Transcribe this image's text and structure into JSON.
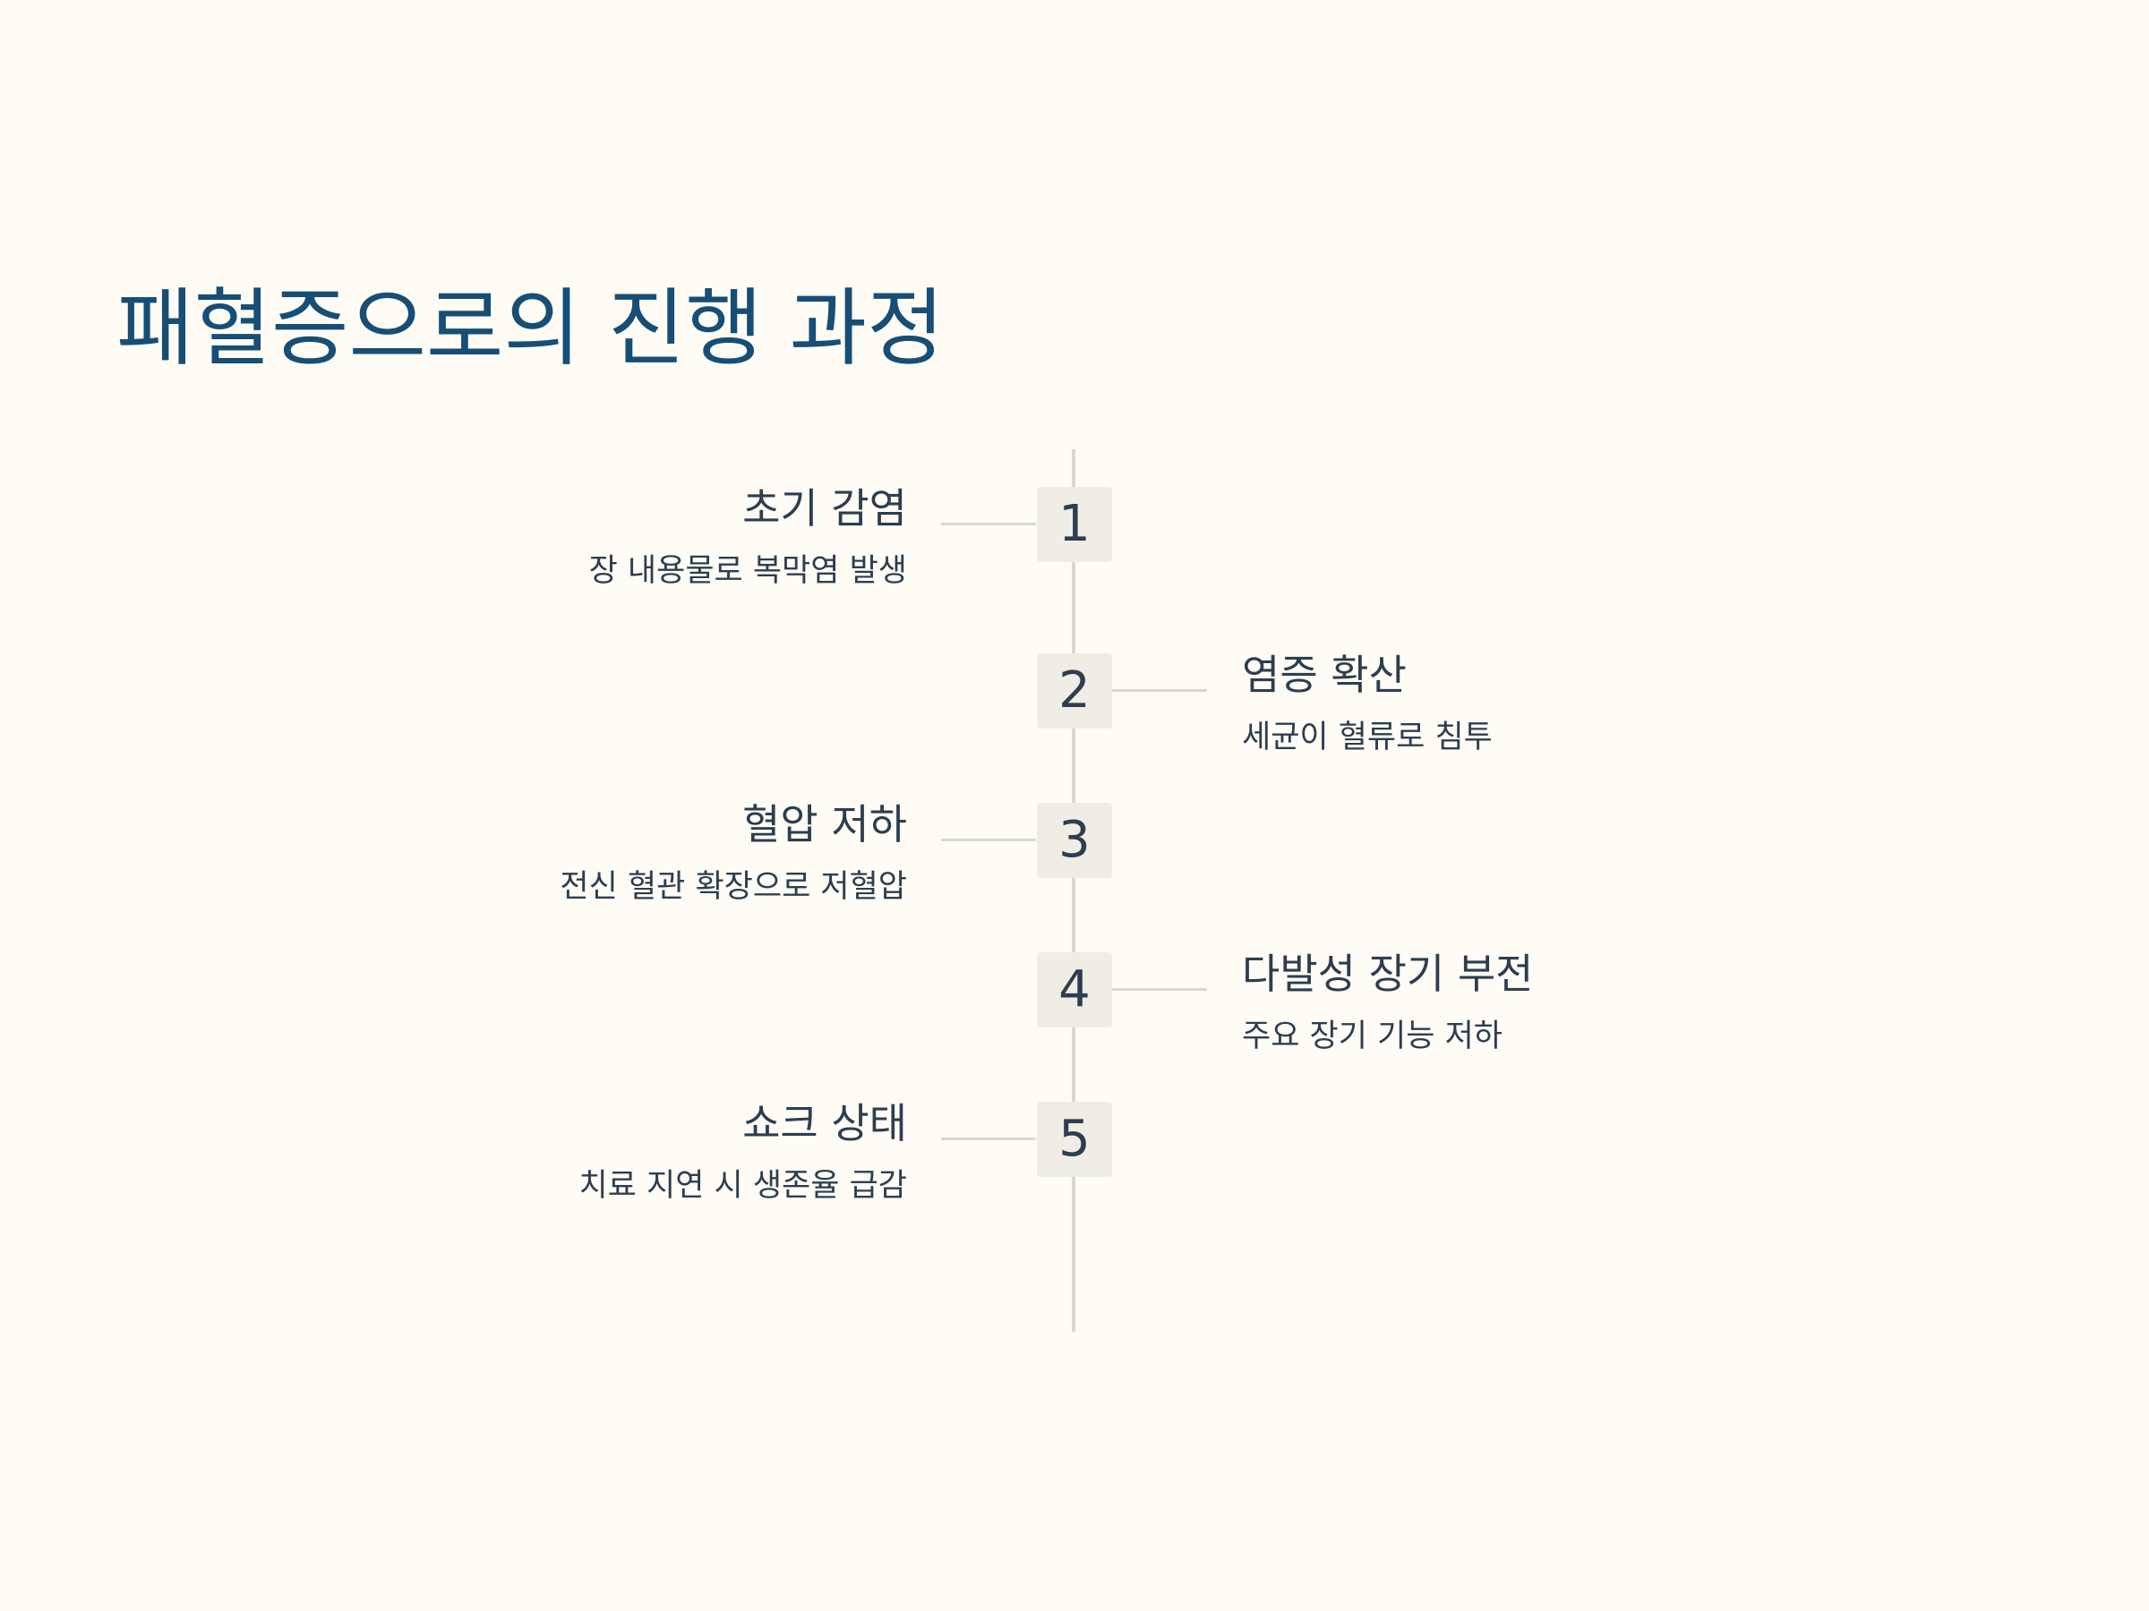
{
  "title": "패혈증으로의 진행 과정",
  "steps": [
    {
      "number": "1",
      "title": "초기 감염",
      "description": "장 내용물로 복막염 발생",
      "side": "left"
    },
    {
      "number": "2",
      "title": "염증 확산",
      "description": "세균이 혈류로 침투",
      "side": "right"
    },
    {
      "number": "3",
      "title": "혈압 저하",
      "description": "전신 혈관 확장으로 저혈압",
      "side": "left"
    },
    {
      "number": "4",
      "title": "다발성 장기 부전",
      "description": "주요 장기 기능 저하",
      "side": "right"
    },
    {
      "number": "5",
      "title": "쇼크 상태",
      "description": "치료 지연 시 생존율 급감",
      "side": "left"
    }
  ],
  "colors": {
    "background": "#FFFCF5",
    "title": "#174E76",
    "text": "#2C3E50",
    "marker_fill": "#F0EDE5",
    "line": "#D9D7D0"
  }
}
